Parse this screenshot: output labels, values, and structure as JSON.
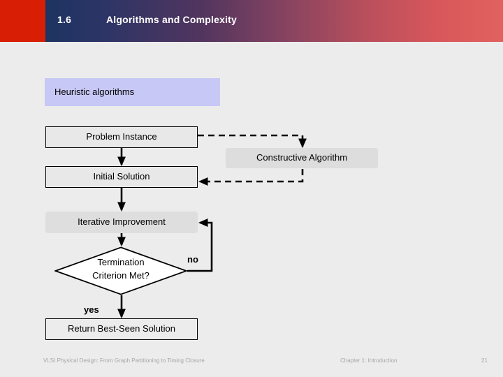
{
  "header": {
    "section_number": "1.6",
    "title": "Algorithms and Complexity",
    "accent_red": "#d81e05",
    "gradient_start": "#1d3461",
    "gradient_end": "#e0625e"
  },
  "diagram": {
    "title": "Heuristic algorithms flowchart",
    "nodes": {
      "heuristic": {
        "label": "Heuristic algorithms",
        "shape": "rect",
        "fill": "#c7c8f5",
        "bordered": false
      },
      "problem_instance": {
        "label": "Problem Instance",
        "shape": "rect",
        "fill": "#e8e8e8",
        "bordered": true
      },
      "constructive_algorithm": {
        "label": "Constructive Algorithm",
        "shape": "rounded-rect",
        "fill": "#dddddd",
        "bordered": false
      },
      "initial_solution": {
        "label": "Initial Solution",
        "shape": "rect",
        "fill": "#e8e8e8",
        "bordered": true
      },
      "iterative_improvement": {
        "label": "Iterative Improvement",
        "shape": "rounded-rect",
        "fill": "#dedede",
        "bordered": false
      },
      "termination_criterion": {
        "label_line1": "Termination",
        "label_line2": "Criterion Met?",
        "shape": "diamond",
        "fill": "#ffffff",
        "bordered": true
      },
      "return_best_seen": {
        "label": "Return Best-Seen Solution",
        "shape": "rect",
        "fill": "#ececec",
        "bordered": true
      }
    },
    "edge_labels": {
      "no": "no",
      "yes": "yes"
    },
    "edges": [
      {
        "from": "problem_instance",
        "to": "initial_solution",
        "style": "solid",
        "arrow": true
      },
      {
        "from": "problem_instance",
        "to": "constructive_algorithm",
        "style": "dashed",
        "arrow": true
      },
      {
        "from": "constructive_algorithm",
        "to": "initial_solution",
        "style": "dashed",
        "arrow": true
      },
      {
        "from": "initial_solution",
        "to": "iterative_improvement",
        "style": "solid",
        "arrow": true
      },
      {
        "from": "iterative_improvement",
        "to": "termination_criterion",
        "style": "solid",
        "arrow": true
      },
      {
        "from": "termination_criterion",
        "to": "iterative_improvement",
        "style": "solid",
        "arrow": true,
        "label": "no"
      },
      {
        "from": "termination_criterion",
        "to": "return_best_seen",
        "style": "solid",
        "arrow": true,
        "label": "yes"
      }
    ]
  },
  "footer": {
    "book_title": "VLSI Physical Design: From Graph Partitioning to Timing Closure",
    "chapter": "Chapter 1: Introduction",
    "page_number": "21"
  }
}
